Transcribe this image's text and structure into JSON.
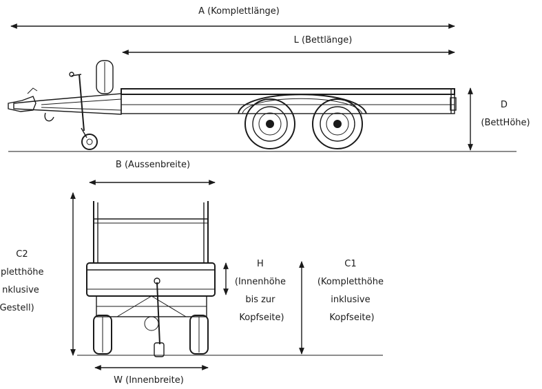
{
  "dimensions": {
    "a": {
      "label": "A (Komplettlänge)"
    },
    "l": {
      "label": "L (Bettlänge)"
    },
    "d": {
      "lines": [
        "D",
        "(BettHöhe)"
      ]
    },
    "b": {
      "label": "B (Aussenbreite)"
    },
    "w": {
      "label": "W (Innenbreite)"
    },
    "c2": {
      "lines": [
        "C2",
        "mpletthöhe",
        "nklusive",
        "-Gestell)"
      ]
    },
    "h": {
      "lines": [
        "H",
        "(Innenhöhe",
        "bis zur",
        "Kopfseite)"
      ]
    },
    "c1": {
      "lines": [
        "C1",
        "(Kompletthöhe",
        "inklusive",
        "Kopfseite)"
      ]
    }
  },
  "colors": {
    "line": "#1a1a1a",
    "background": "#ffffff"
  }
}
